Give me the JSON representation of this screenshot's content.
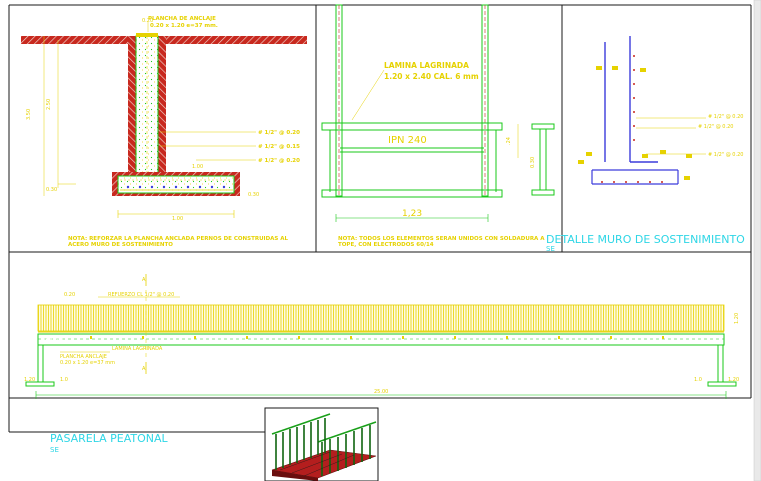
{
  "labels": {
    "plancha_title": "PLANCHA DE ANCLAJE",
    "plancha_dims": "0.20 x 1.20 e=37 mm.",
    "dim_350": "3.50",
    "dim_250": "2.50",
    "dim_020": "0.20",
    "dim_100": "1.00",
    "dim_030": "0.30",
    "dim_100b": "1.00",
    "rebar_1": "# 1/2\" @ 0.20",
    "rebar_2": "# 1/2\" @ 0.15",
    "rebar_3": "# 1/2\" @ 0.20",
    "note_wall_1": "NOTA: REFORZAR LA PLANCHA ANCLADA PERNOS DE CONSTRUIDAS AL",
    "note_wall_2": "ACERO MURO DE SOSTENIMIENTO",
    "lamina_title": "LAMINA LAGRINADA",
    "lamina_dims": "1.20 x 2.40 CAL. 6 mm",
    "ipn_label": "IPN 240",
    "dim_024": ".24",
    "dim_030b": "0.30",
    "dim_123": "1,23",
    "note_ipn_1": "NOTA: TODOS LOS ELEMENTOS SERAN UNIDOS CON SOLDADURA A",
    "note_ipn_2": "TOPE, CON ELECTRODOS 60/14",
    "rb_r1": "# 1/2\" @ 0.20",
    "rb_r2": "# 1/2\" @ 0.20",
    "rb_r3": "# 1/2\" @ 0.20",
    "detalle_title": "DETALLE MURO DE SOSTENIMIENTO",
    "detalle_sub": "SE",
    "dim_cut_a": "A",
    "walk_top_label": "REFUERZO CL 1/2\" @ 0.20",
    "dim_120": "1.20",
    "dim_span": "25.00",
    "dim_left1": "1.20",
    "dim_left2": "1.0",
    "dim_right1": "1.0",
    "dim_right2": "1.20",
    "viga_label": "IPN 240",
    "plancha_walk_1": "PLANCHA ANCLAJE",
    "plancha_walk_2": "0.20 x 1.20 e=37 mm",
    "lamina_walk": "LAMINA LAGRINADA",
    "pasarela_title": "PASARELA PEATONAL",
    "pasarela_sub": "SE"
  },
  "colors": {
    "hatch_red": "#c8281e",
    "hatch_white": "#e8e8e8",
    "green": "#19c819",
    "yellow": "#e6d200",
    "cyan": "#2ed6e6",
    "blue": "#3c3cdc",
    "white": "#ffffff"
  },
  "icons": {
    "preview": "3d-bridge-preview-icon"
  }
}
